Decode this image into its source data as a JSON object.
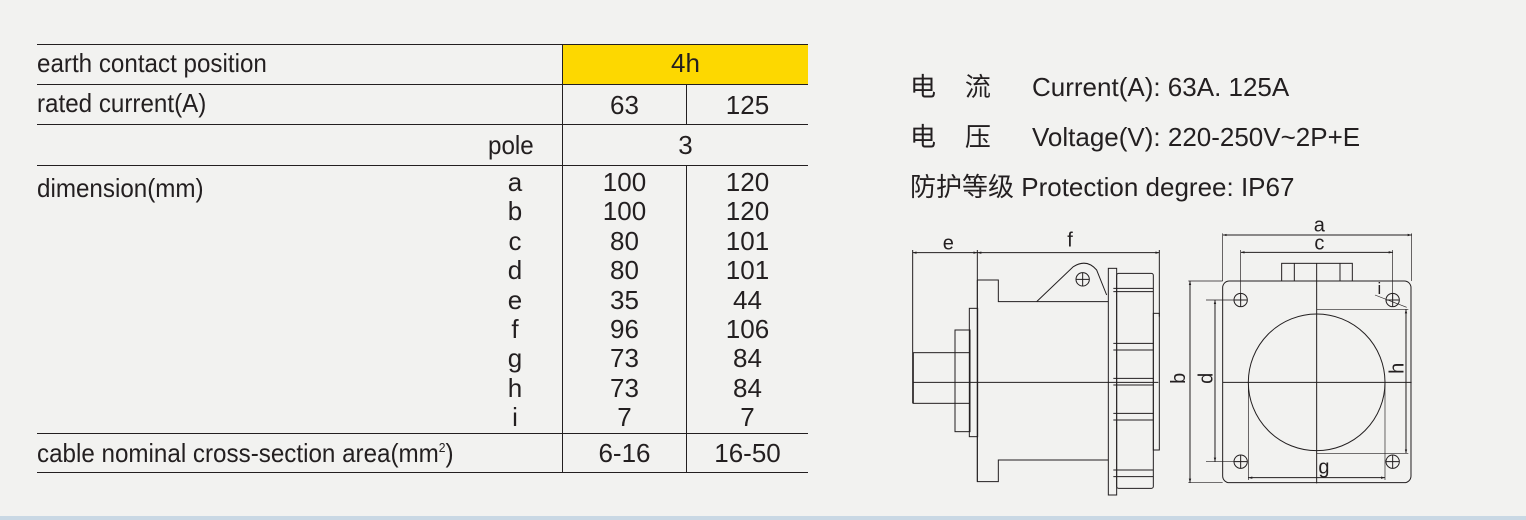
{
  "table": {
    "earth_contact_label": "earth contact position",
    "earth_contact_value": "4h",
    "rated_current_label": "rated current(A)",
    "rated_current": [
      "63",
      "125"
    ],
    "pole_label": "pole",
    "pole_value": "3",
    "dimension_label": "dimension(mm)",
    "dimensions": [
      {
        "key": "a",
        "v1": "100",
        "v2": "120"
      },
      {
        "key": "b",
        "v1": "100",
        "v2": "120"
      },
      {
        "key": "c",
        "v1": "80",
        "v2": "101"
      },
      {
        "key": "d",
        "v1": "80",
        "v2": "101"
      },
      {
        "key": "e",
        "v1": "35",
        "v2": "44"
      },
      {
        "key": "f",
        "v1": "96",
        "v2": "106"
      },
      {
        "key": "g",
        "v1": "73",
        "v2": "84"
      },
      {
        "key": "h",
        "v1": "73",
        "v2": "84"
      },
      {
        "key": "i",
        "v1": "7",
        "v2": "7"
      }
    ],
    "cable_label": "cable nominal cross-section area(mm",
    "cable_sup": "2",
    "cable_label_end": ")",
    "cable": [
      "6-16",
      "16-50"
    ],
    "highlight_color": "#fdd800"
  },
  "specs": [
    {
      "zh": "电    流",
      "en": "Current(A): 63A. 125A"
    },
    {
      "zh": "电    压",
      "en": "Voltage(V): 220-250V~2P+E"
    },
    {
      "zh": "防护等级",
      "en": "Protection degree: IP67"
    }
  ],
  "diagram": {
    "labels": {
      "a": "a",
      "b": "b",
      "c": "c",
      "d": "d",
      "e": "e",
      "f": "f",
      "g": "g",
      "h": "h",
      "i": "i"
    }
  }
}
